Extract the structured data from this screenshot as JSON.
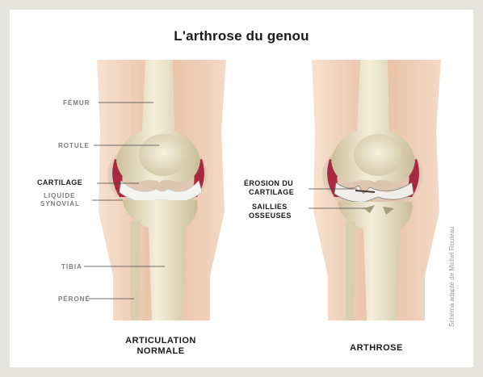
{
  "title": "L'arthrose du genou",
  "labels": {
    "femur": "FÉMUR",
    "rotule": "ROTULE",
    "cartilage": "CARTILAGE",
    "liquide_synovial_1": "LIQUIDE",
    "liquide_synovial_2": "SYNOVIAL",
    "tibia": "TIBIA",
    "perone": "PÉRONÉ",
    "erosion_1": "ÉROSION DU",
    "erosion_2": "CARTILAGE",
    "saillies_1": "SAILLIES",
    "saillies_2": "OSSEUSES"
  },
  "captions": {
    "left_1": "ARTICULATION",
    "left_2": "NORMALE",
    "right": "ARTHROSE"
  },
  "credit": "Schéma adapté de Michel Rouleau",
  "colors": {
    "bone": "#ece3c8",
    "skin": "#e6b99a",
    "synovial": "#a8283f",
    "cartilage": "#f3f3f0"
  }
}
